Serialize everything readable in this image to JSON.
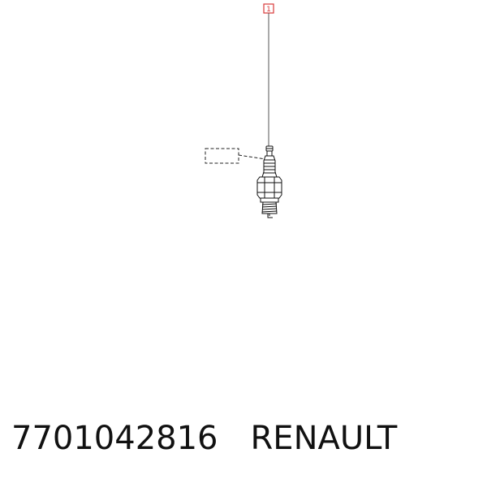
{
  "diagram": {
    "callout_label": "1",
    "callout_color": "#d83a3a"
  },
  "caption": {
    "part_number": "7701042816",
    "brand": "RENAULT"
  }
}
